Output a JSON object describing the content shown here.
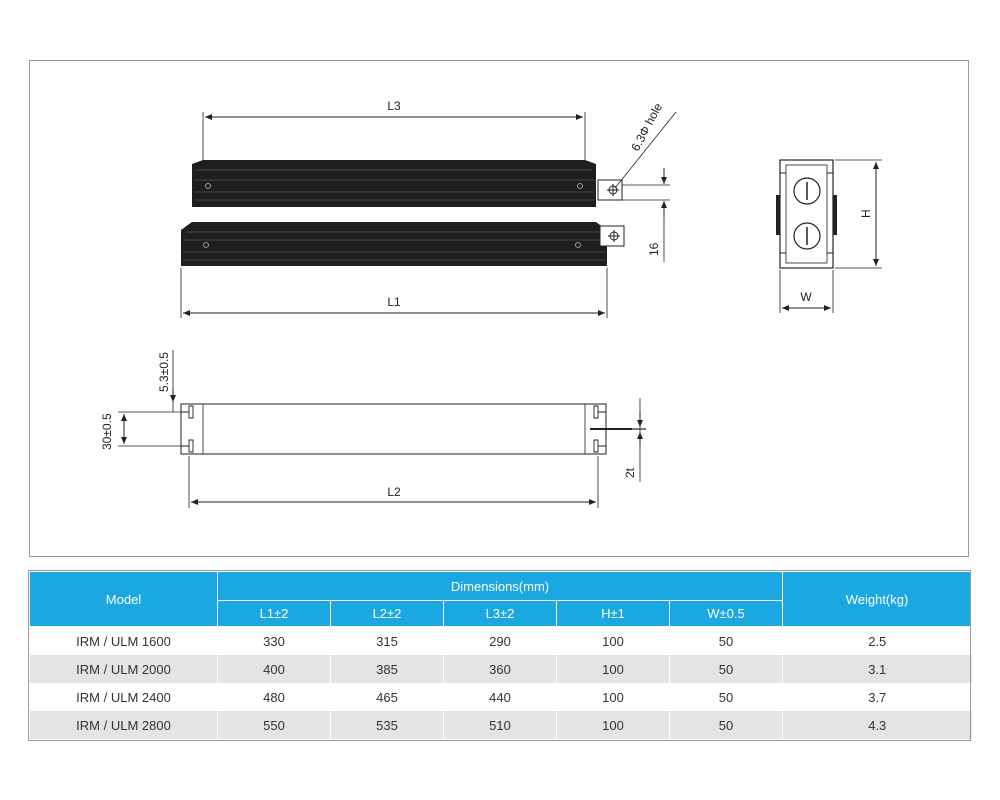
{
  "drawing": {
    "top_view": {
      "l3_label": "L3",
      "l1_label": "L1",
      "hole_label": "6.3Φ hole",
      "spacing_label": "16"
    },
    "end_view": {
      "h_label": "H",
      "w_label": "W"
    },
    "side_view": {
      "l2_label": "L2",
      "slot_label": "5.3±0.5",
      "height_label": "30±0.5",
      "thickness_label": "2t"
    }
  },
  "table": {
    "headers": {
      "model": "Model",
      "dimensions": "Dimensions(mm)",
      "weight": "Weight(kg)",
      "sub": [
        "L1±2",
        "L2±2",
        "L3±2",
        "H±1",
        "W±0.5"
      ]
    },
    "rows": [
      {
        "model": "IRM / ULM 1600",
        "l1": "330",
        "l2": "315",
        "l3": "290",
        "h": "100",
        "w": "50",
        "weight": "2.5"
      },
      {
        "model": "IRM / ULM 2000",
        "l1": "400",
        "l2": "385",
        "l3": "360",
        "h": "100",
        "w": "50",
        "weight": "3.1"
      },
      {
        "model": "IRM / ULM 2400",
        "l1": "480",
        "l2": "465",
        "l3": "440",
        "h": "100",
        "w": "50",
        "weight": "3.7"
      },
      {
        "model": "IRM / ULM 2800",
        "l1": "550",
        "l2": "535",
        "l3": "510",
        "h": "100",
        "w": "50",
        "weight": "4.3"
      }
    ]
  },
  "colors": {
    "header_bg": "#1ba8e0",
    "header_text": "#ffffff",
    "stripe": "#e4e4e4",
    "frame": "#9a9a9a"
  }
}
